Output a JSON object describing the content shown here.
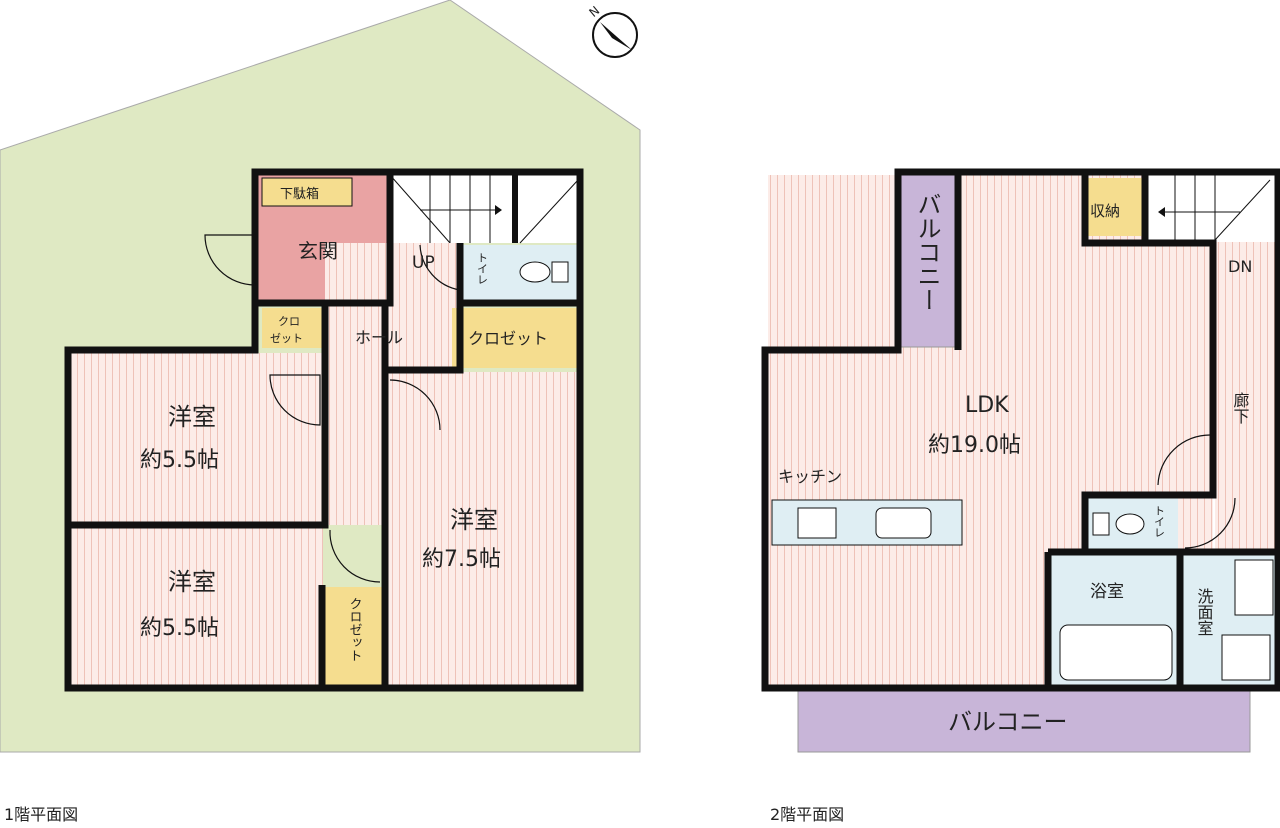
{
  "floor1": {
    "caption": "1階平面図",
    "rooms": {
      "shoebox": "下駄箱",
      "entrance": "玄関",
      "up": "UP",
      "toilet": "トイレ",
      "hall": "ホール",
      "closet_hall": "クロゼット",
      "closet_small_1": "クロ",
      "closet_small_2": "ゼット",
      "room_a_name": "洋室",
      "room_a_size": "約5.5帖",
      "room_b_name": "洋室",
      "room_b_size": "約5.5帖",
      "room_c_name": "洋室",
      "room_c_size": "約7.5帖",
      "closet_vertical": "クロゼット"
    }
  },
  "floor2": {
    "caption": "2階平面図",
    "rooms": {
      "balcony_side": "バルコニー",
      "storage": "収納",
      "dn": "DN",
      "ldk_name": "LDK",
      "ldk_size": "約19.0帖",
      "corridor": "廊下",
      "kitchen": "キッチン",
      "toilet": "トイレ",
      "bath": "浴室",
      "washroom": "洗面室",
      "balcony_bottom": "バルコニー"
    }
  },
  "compass": {
    "north": "N"
  },
  "colors": {
    "lot": "#dfe9c3",
    "floor": "#fbe9e4",
    "entrance": "#e9a3a3",
    "closet": "#f5dd8f",
    "wet": "#dfeef3",
    "balcony": "#c8b5d8"
  }
}
